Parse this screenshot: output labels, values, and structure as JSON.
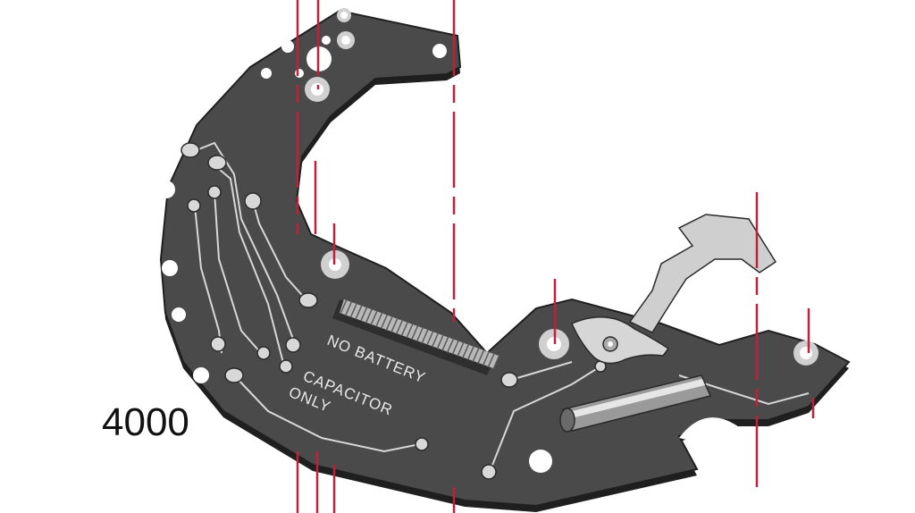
{
  "model_label": "4000",
  "board": {
    "marking_line1": "NO BATTERY",
    "marking_line2": "CAPACITOR",
    "marking_line3": "ONLY"
  },
  "colors": {
    "board": "#4a4a4a",
    "board_edge": "#1f1f1f",
    "trace": "#d8d8d8",
    "guide_line": "#c0203a",
    "metal": "#c9c9c9"
  }
}
